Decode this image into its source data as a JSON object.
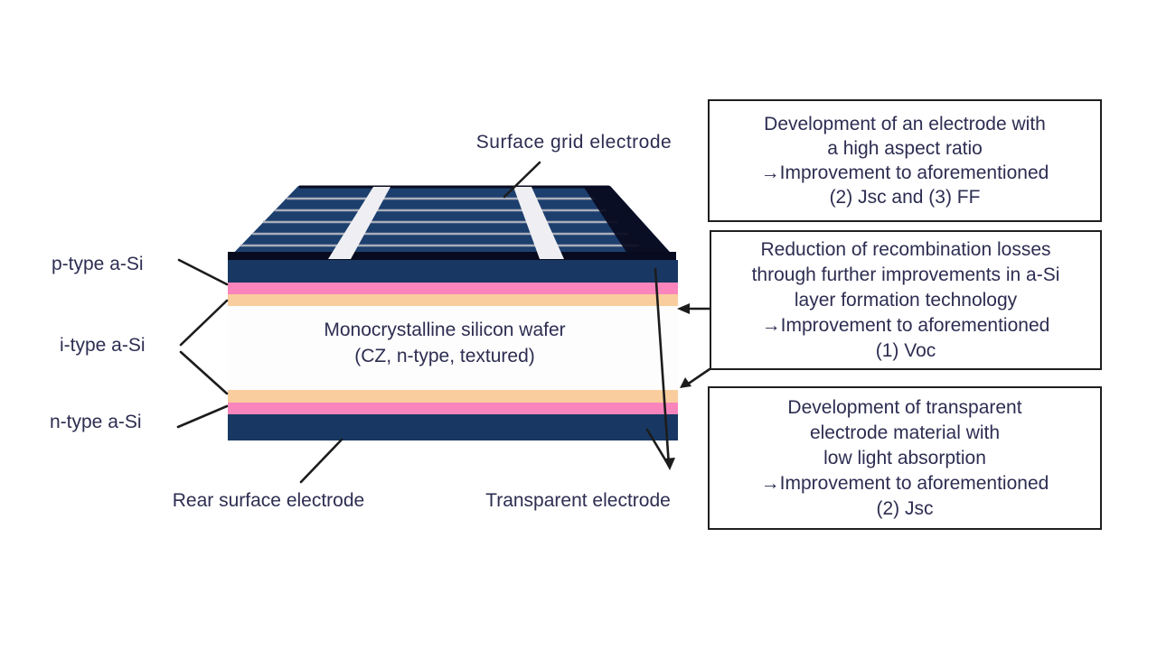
{
  "diagram": {
    "title_note": "Heterojunction solar cell structure diagram",
    "labels": {
      "surface_grid": "Surface grid electrode",
      "p_type": "p-type a-Si",
      "i_type": "i-type a-Si",
      "n_type": "n-type a-Si",
      "rear_electrode": "Rear surface electrode",
      "transparent_electrode": "Transparent electrode",
      "wafer_line1": "Monocrystalline silicon wafer",
      "wafer_line2": "(CZ, n-type, textured)"
    },
    "annotations": [
      {
        "lines": [
          "Development of an electrode with",
          "a high aspect ratio",
          "→Improvement to aforementioned",
          "(2) Jsc and (3) FF"
        ]
      },
      {
        "lines": [
          "Reduction of recombination losses",
          "through further improvements in a-Si",
          "layer formation technology",
          "→Improvement to aforementioned",
          "(1) Voc"
        ]
      },
      {
        "lines": [
          "Development of transparent",
          "electrode material with",
          "low light absorption",
          "→Improvement to aforementioned",
          "(2) Jsc"
        ]
      }
    ],
    "colors": {
      "top_navy": "#1d3f6e",
      "face_navy": "#183863",
      "pink": "#f985bc",
      "orange": "#f9cd9d",
      "wafer_white": "#fdfdfd",
      "busbar": "#efeff3",
      "busbar_edge": "#c4c8d2",
      "finger": "#a9aeb9",
      "shadow_dark": "#080b1f",
      "line": "#1c1c1c",
      "text": "#2d2d52",
      "box_border": "#1f1f1f"
    }
  }
}
